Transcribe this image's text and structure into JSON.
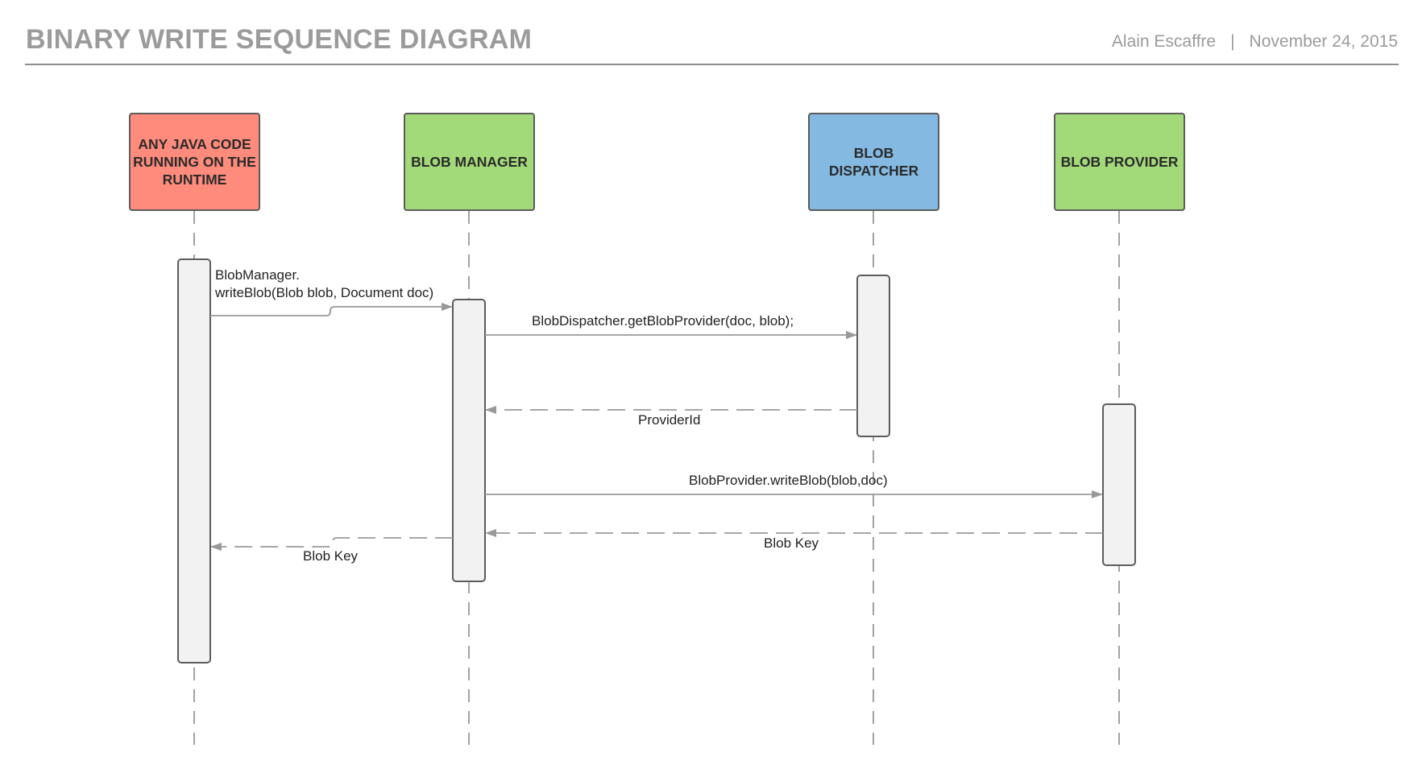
{
  "header": {
    "title": "BINARY WRITE SEQUENCE DIAGRAM",
    "author": "Alain Escaffre",
    "separator": "|",
    "date": "November 24, 2015"
  },
  "participants": [
    {
      "id": "java-code",
      "label": "ANY JAVA CODE RUNNING ON THE RUNTIME",
      "color": "#fe8b7b"
    },
    {
      "id": "blob-manager",
      "label": "BLOB MANAGER",
      "color": "#a3da79"
    },
    {
      "id": "blob-dispatcher",
      "label": "BLOB DISPATCHER",
      "color": "#84b9e2"
    },
    {
      "id": "blob-provider",
      "label": "BLOB PROVIDER",
      "color": "#a3da79"
    }
  ],
  "messages": [
    {
      "from": "java-code",
      "to": "blob-manager",
      "type": "call",
      "label_line1": "BlobManager.",
      "label_line2": "writeBlob(Blob blob, Document doc)"
    },
    {
      "from": "blob-manager",
      "to": "blob-dispatcher",
      "type": "call",
      "label": "BlobDispatcher.getBlobProvider(doc, blob);"
    },
    {
      "from": "blob-dispatcher",
      "to": "blob-manager",
      "type": "return",
      "label": "ProviderId"
    },
    {
      "from": "blob-manager",
      "to": "blob-provider",
      "type": "call",
      "label": "BlobProvider.writeBlob(blob,doc)"
    },
    {
      "from": "blob-provider",
      "to": "blob-manager",
      "type": "return",
      "label": "Blob Key"
    },
    {
      "from": "blob-manager",
      "to": "java-code",
      "type": "return",
      "label": "Blob Key"
    }
  ],
  "colors": {
    "lifeline": "#8a8a8a",
    "arrow": "#999999",
    "activation_fill": "#f2f2f2",
    "activation_border": "#5c5c5c",
    "header_text": "#9b9b9b"
  }
}
